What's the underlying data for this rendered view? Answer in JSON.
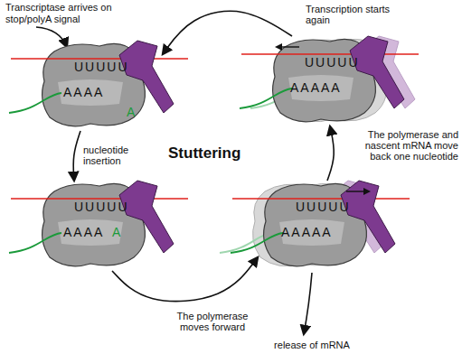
{
  "diagram": {
    "nodes": [
      {
        "text": [
          "UUUUU",
          "AAAA",
          "A"
        ]
      },
      {
        "text": [
          "UUUUU",
          "AAAA",
          "A"
        ]
      },
      {
        "text": [
          "UUUUU",
          "AAAAA"
        ]
      },
      {
        "text": [
          "UUUUU",
          "AAAAA"
        ]
      }
    ],
    "edges": [
      {
        "from": 0,
        "to": 1,
        "label": "nucleotide insertion",
        "arrow": "to"
      },
      {
        "from": 1,
        "to": 2,
        "label": "The polymerase moves forward",
        "arrow": "to"
      },
      {
        "from": 2,
        "to": 3,
        "label": "The polymerase and nascent mRNA move back one nucleotide",
        "arrow": "to"
      },
      {
        "from": 3,
        "to": 0,
        "label": "Transcription starts again",
        "arrow": "to"
      }
    ],
    "labels": [
      "Transcriptase arrives on stop/polyA signal",
      "Stuttering",
      "release of mRNA"
    ]
  }
}
